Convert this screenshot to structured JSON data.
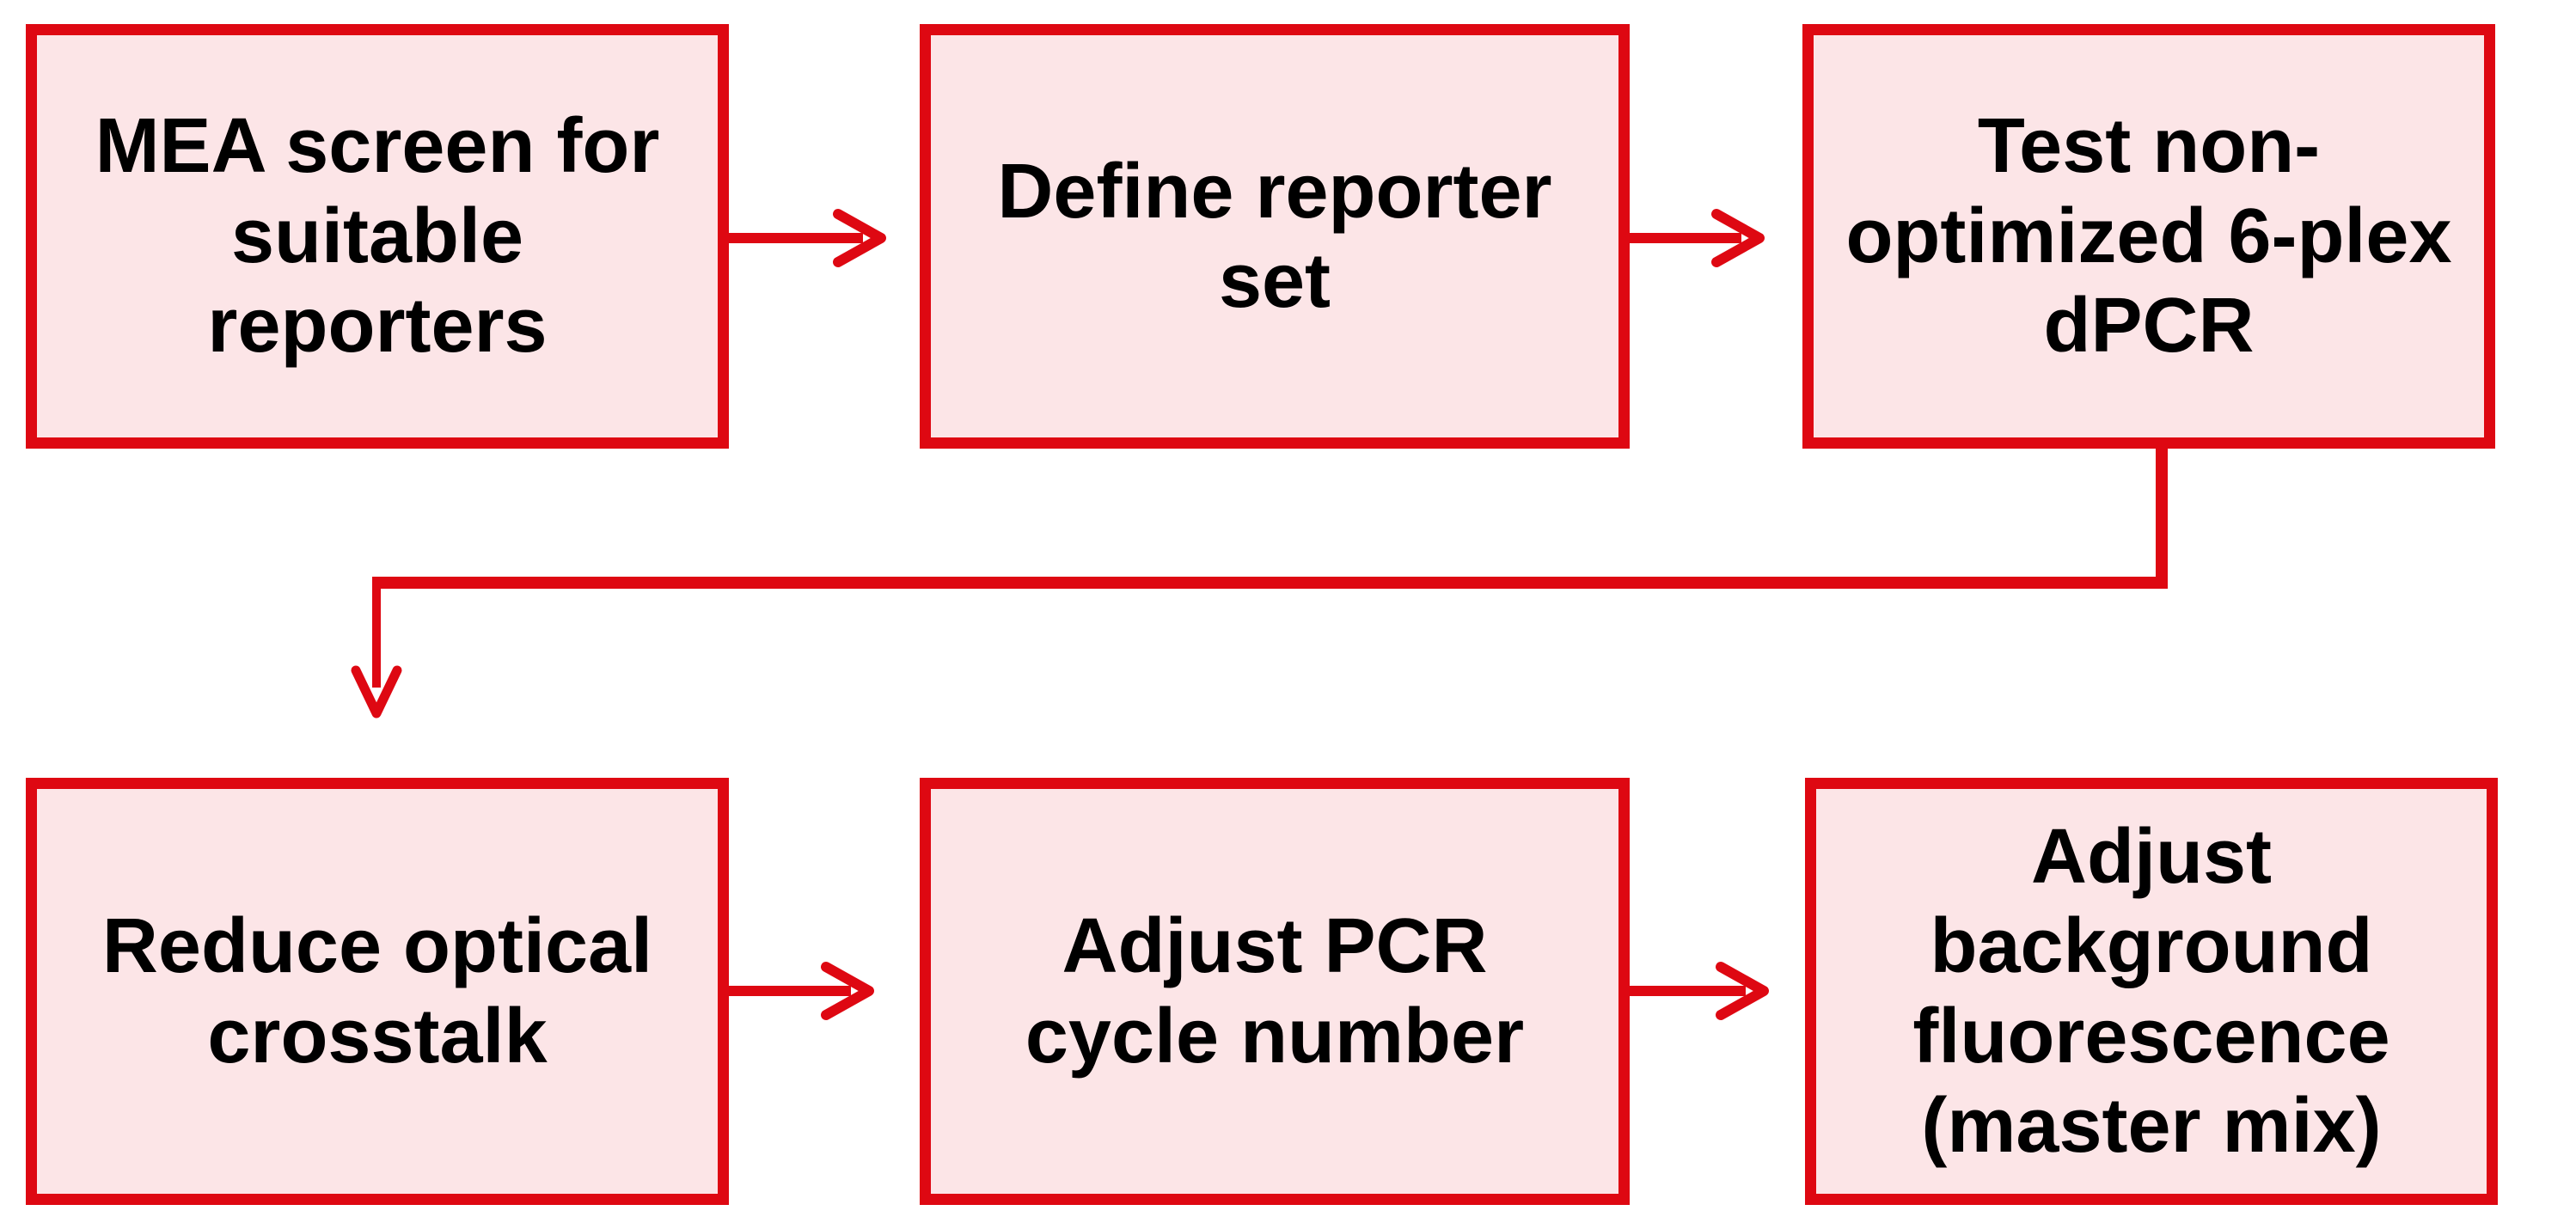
{
  "diagram": {
    "type": "flowchart",
    "boxes": [
      {
        "id": "box-1",
        "label": "MEA screen for\nsuitable\nreporters"
      },
      {
        "id": "box-2",
        "label": "Define reporter\nset"
      },
      {
        "id": "box-3",
        "label": "Test non-\noptimized 6-plex\ndPCR"
      },
      {
        "id": "box-4",
        "label": "Reduce optical\ncrosstalk"
      },
      {
        "id": "box-5",
        "label": "Adjust PCR\ncycle number"
      },
      {
        "id": "box-6",
        "label": "Adjust\nbackground\nfluorescence\n(master mix)"
      }
    ],
    "flow": [
      {
        "from": "box-1",
        "to": "box-2",
        "connector": "straight-arrow-right"
      },
      {
        "from": "box-2",
        "to": "box-3",
        "connector": "straight-arrow-right"
      },
      {
        "from": "box-3",
        "to": "box-4",
        "connector": "elbow-down-left-down-arrow"
      },
      {
        "from": "box-4",
        "to": "box-5",
        "connector": "straight-arrow-right"
      },
      {
        "from": "box-5",
        "to": "box-6",
        "connector": "straight-arrow-right"
      }
    ],
    "colors": {
      "box_border": "#DE0812",
      "box_fill": "#FCE5E7",
      "arrow": "#DE0812",
      "text": "#000000",
      "background": "#FFFFFF"
    }
  }
}
